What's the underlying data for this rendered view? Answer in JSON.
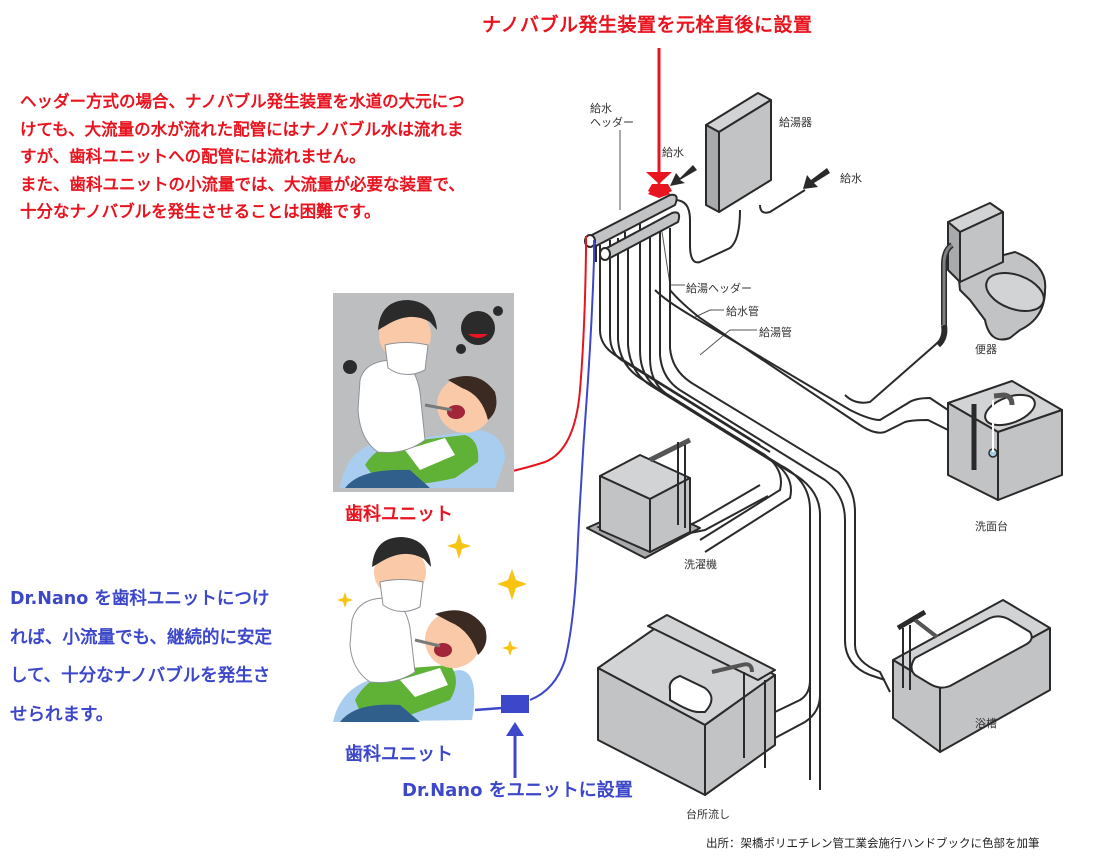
{
  "title": {
    "top_annotation": "ナノバブル発生装置を元栓直後に設置"
  },
  "red_note": {
    "lines": [
      "ヘッダー方式の場合、ナノバブル発生装置を水道の大元につ",
      "けても、大流量の水が流れた配管にはナノバブル水は流れま",
      "すが、歯科ユニットへの配管には流れません。",
      "また、歯科ユニットの小流量では、大流量が必要な装置で、",
      "十分なナノバブルを発生させることは困難です。"
    ]
  },
  "blue_note": {
    "lines": [
      "Dr.Nano を歯科ユニットにつけ",
      "れば、小流量でも、継続的に安定",
      "して、十分なナノバブルを発生さ",
      "せられます。"
    ]
  },
  "dental_units": {
    "top_label": "歯科ユニット",
    "bottom_label": "歯科ユニット",
    "device_label": "Dr.Nano をユニットに設置"
  },
  "diagram_labels": {
    "supply_header": "給水\nヘッダー",
    "supply_header_line1": "給水",
    "supply_header_line2": "ヘッダー",
    "water_in_1": "給水",
    "water_in_2": "給水",
    "water_heater": "給湯器",
    "hot_header": "給湯ヘッダー",
    "supply_pipe": "給水管",
    "hot_pipe": "給湯管",
    "toilet": "便器",
    "washbasin": "洗面台",
    "washing_machine": "洗濯機",
    "kitchen_sink": "台所流し",
    "bathtub": "浴槽"
  },
  "source": "出所：架橋ポリエチレン管工業会施行ハンドブックに色部を加筆",
  "colors": {
    "red": "#e8141f",
    "blue": "#3d47c9",
    "fixture_gray": "#c2c3c5",
    "line": "#2a2a2a"
  }
}
